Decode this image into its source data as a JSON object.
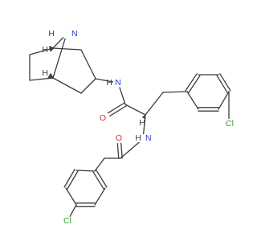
{
  "molecule": {
    "atom_colors": {
      "C": "#3c3c3c",
      "N": "#2a3bd6",
      "O": "#d62a2a",
      "Cl": "#2e9e2e",
      "H": "#3c3c3c"
    },
    "atoms": [
      {
        "id": "N_bridge",
        "label": "N",
        "el": "N"
      },
      {
        "id": "H_nb",
        "label": "H",
        "el": "H"
      },
      {
        "id": "C_b1"
      },
      {
        "id": "H_b1",
        "label": "H",
        "el": "H"
      },
      {
        "id": "C_b2"
      },
      {
        "id": "H_b2",
        "label": "H",
        "el": "H"
      },
      {
        "id": "C_e1"
      },
      {
        "id": "C_e2"
      },
      {
        "id": "C_r1"
      },
      {
        "id": "C_r3"
      },
      {
        "id": "C_r5"
      },
      {
        "id": "N_amide1",
        "label": "N",
        "el": "N"
      },
      {
        "id": "H_na1",
        "label": "H",
        "el": "H"
      },
      {
        "id": "C_carbonyl1"
      },
      {
        "id": "O_1",
        "label": "O",
        "el": "O"
      },
      {
        "id": "C_alpha"
      },
      {
        "id": "H_alpha",
        "label": "H",
        "el": "H"
      },
      {
        "id": "C_beta"
      },
      {
        "id": "Ar1_c1"
      },
      {
        "id": "Ar1_c2"
      },
      {
        "id": "Ar1_c3"
      },
      {
        "id": "Ar1_c4"
      },
      {
        "id": "Ar1_c5"
      },
      {
        "id": "Ar1_c6"
      },
      {
        "id": "Cl_1",
        "label": "Cl",
        "el": "Cl"
      },
      {
        "id": "N_amide2",
        "label": "N",
        "el": "N"
      },
      {
        "id": "H_na2",
        "label": "H",
        "el": "H"
      },
      {
        "id": "C_carbonyl2"
      },
      {
        "id": "O_2",
        "label": "O",
        "el": "O"
      },
      {
        "id": "C_ch2"
      },
      {
        "id": "Ar2_c1"
      },
      {
        "id": "Ar2_c2"
      },
      {
        "id": "Ar2_c3"
      },
      {
        "id": "Ar2_c4"
      },
      {
        "id": "Ar2_c5"
      },
      {
        "id": "Ar2_c6"
      },
      {
        "id": "Cl_2",
        "label": "Cl",
        "el": "Cl"
      }
    ],
    "bonds": [
      {
        "a": "N_bridge",
        "b": "C_b1",
        "order": 1
      },
      {
        "a": "N_bridge",
        "b": "C_b2",
        "order": 1
      },
      {
        "a": "C_b1",
        "b": "C_e1",
        "order": 1
      },
      {
        "a": "C_e1",
        "b": "C_e2",
        "order": 1
      },
      {
        "a": "C_e2",
        "b": "C_b2",
        "order": 1
      },
      {
        "a": "C_b1",
        "b": "C_r1",
        "order": 1
      },
      {
        "a": "C_r1",
        "b": "C_r3",
        "order": 1
      },
      {
        "a": "C_r3",
        "b": "C_r5",
        "order": 1
      },
      {
        "a": "C_r5",
        "b": "C_b2",
        "order": 1
      },
      {
        "a": "C_r3",
        "b": "N_amide1",
        "order": 1
      },
      {
        "a": "N_amide1",
        "b": "C_carbonyl1",
        "order": 1
      },
      {
        "a": "C_carbonyl1",
        "b": "O_1",
        "order": 2
      },
      {
        "a": "C_carbonyl1",
        "b": "C_alpha",
        "order": 1
      },
      {
        "a": "C_alpha",
        "b": "C_beta",
        "order": 1
      },
      {
        "a": "C_beta",
        "b": "Ar1_c1",
        "order": 1
      },
      {
        "a": "Ar1_c1",
        "b": "Ar1_c2",
        "order": 2
      },
      {
        "a": "Ar1_c2",
        "b": "Ar1_c3",
        "order": 1
      },
      {
        "a": "Ar1_c3",
        "b": "Ar1_c4",
        "order": 2
      },
      {
        "a": "Ar1_c4",
        "b": "Ar1_c5",
        "order": 1
      },
      {
        "a": "Ar1_c5",
        "b": "Ar1_c6",
        "order": 2
      },
      {
        "a": "Ar1_c6",
        "b": "Ar1_c1",
        "order": 1
      },
      {
        "a": "Ar1_c4",
        "b": "Cl_1",
        "order": 1
      },
      {
        "a": "C_alpha",
        "b": "N_amide2",
        "order": 1
      },
      {
        "a": "N_amide2",
        "b": "C_carbonyl2",
        "order": 1
      },
      {
        "a": "C_carbonyl2",
        "b": "O_2",
        "order": 2
      },
      {
        "a": "C_carbonyl2",
        "b": "C_ch2",
        "order": 1
      },
      {
        "a": "C_ch2",
        "b": "Ar2_c1",
        "order": 1
      },
      {
        "a": "Ar2_c1",
        "b": "Ar2_c2",
        "order": 2
      },
      {
        "a": "Ar2_c2",
        "b": "Ar2_c3",
        "order": 1
      },
      {
        "a": "Ar2_c3",
        "b": "Ar2_c4",
        "order": 2
      },
      {
        "a": "Ar2_c4",
        "b": "Ar2_c5",
        "order": 1
      },
      {
        "a": "Ar2_c5",
        "b": "Ar2_c6",
        "order": 2
      },
      {
        "a": "Ar2_c6",
        "b": "Ar2_c1",
        "order": 1
      },
      {
        "a": "Ar2_c4",
        "b": "Cl_2",
        "order": 1
      },
      {
        "a": "C_b1",
        "b": "H_b1",
        "order": "hash"
      },
      {
        "a": "C_b2",
        "b": "H_b2",
        "order": "hash"
      },
      {
        "a": "C_alpha",
        "b": "H_alpha",
        "order": "wedge"
      }
    ]
  }
}
